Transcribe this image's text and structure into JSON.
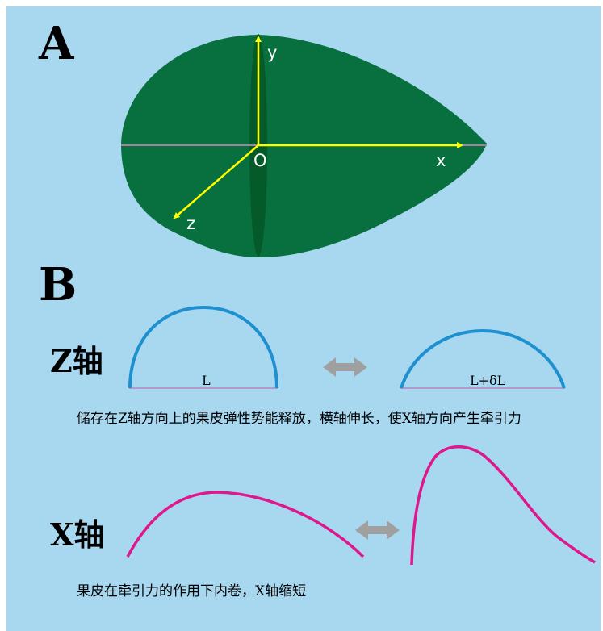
{
  "panel_a": {
    "label": "A",
    "axes": {
      "y": "y",
      "x": "x",
      "z": "z",
      "origin": "O"
    },
    "colors": {
      "leaf": "#08703e",
      "axis": "#ffff00",
      "midline": "#b07aa8",
      "vein": "#055a2a"
    }
  },
  "panel_b": {
    "label": "B",
    "z_axis": {
      "title": "Z轴",
      "left_label": "L",
      "right_label": "L+δL",
      "caption": "储存在Z轴方向上的果皮弹性势能释放，横轴伸长，使X轴方向产生牵引力",
      "arc_color": "#1e90d0"
    },
    "x_axis": {
      "title": "X轴",
      "caption": "果皮在牵引力的作用下内卷，X轴缩短",
      "curve_color": "#e0178c"
    },
    "arrow_color": "#a0a0a0"
  }
}
